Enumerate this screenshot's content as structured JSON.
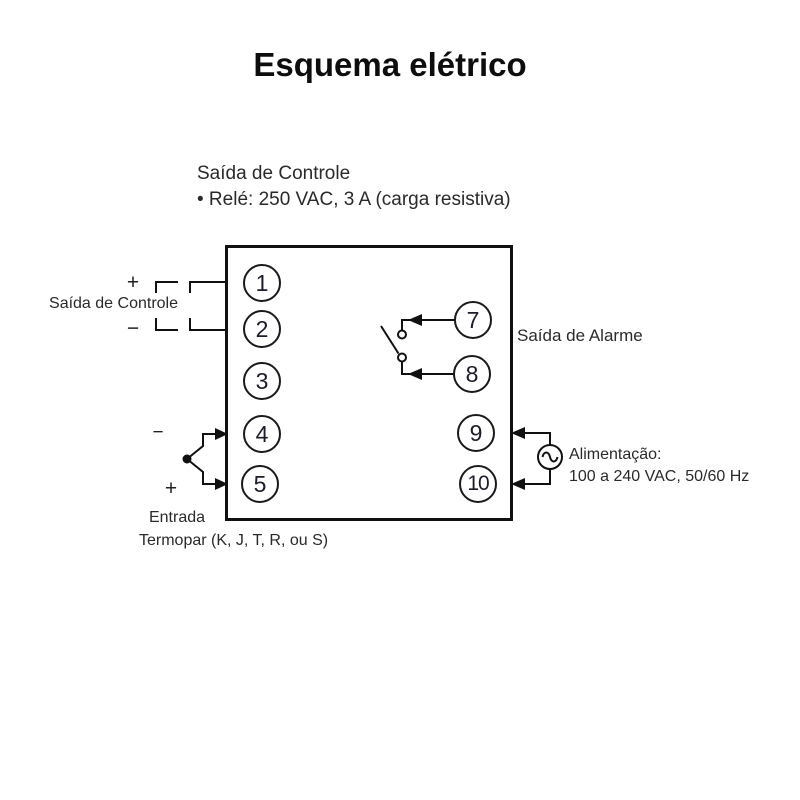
{
  "title": "Esquema elétrico",
  "note": {
    "line1": "Saída de Controle",
    "line2": "• Relé: 250 VAC, 3 A (carga resistiva)"
  },
  "control_output": {
    "label": "Saída de Controle",
    "plus": "+",
    "minus": "−"
  },
  "alarm_output": {
    "label": "Saída de Alarme"
  },
  "power": {
    "line1": "Alimentação:",
    "line2": "100 a 240 VAC, 50/60 Hz"
  },
  "sensor_input": {
    "minus": "−",
    "plus": "+",
    "line1": "Entrada",
    "line2": "Termopar (K, J, T, R, ou S)"
  },
  "terminals": {
    "t1": "1",
    "t2": "2",
    "t3": "3",
    "t4": "4",
    "t5": "5",
    "t7": "7",
    "t8": "8",
    "t9": "9",
    "t10": "10"
  },
  "icons": {
    "ac_source_icon": "sine-wave",
    "switch_icon": "normally-open-relay-contact",
    "thermocouple_icon": "thermocouple-junction"
  },
  "colors": {
    "background": "#ffffff",
    "line": "#111111",
    "text": "#2a2a2a"
  }
}
